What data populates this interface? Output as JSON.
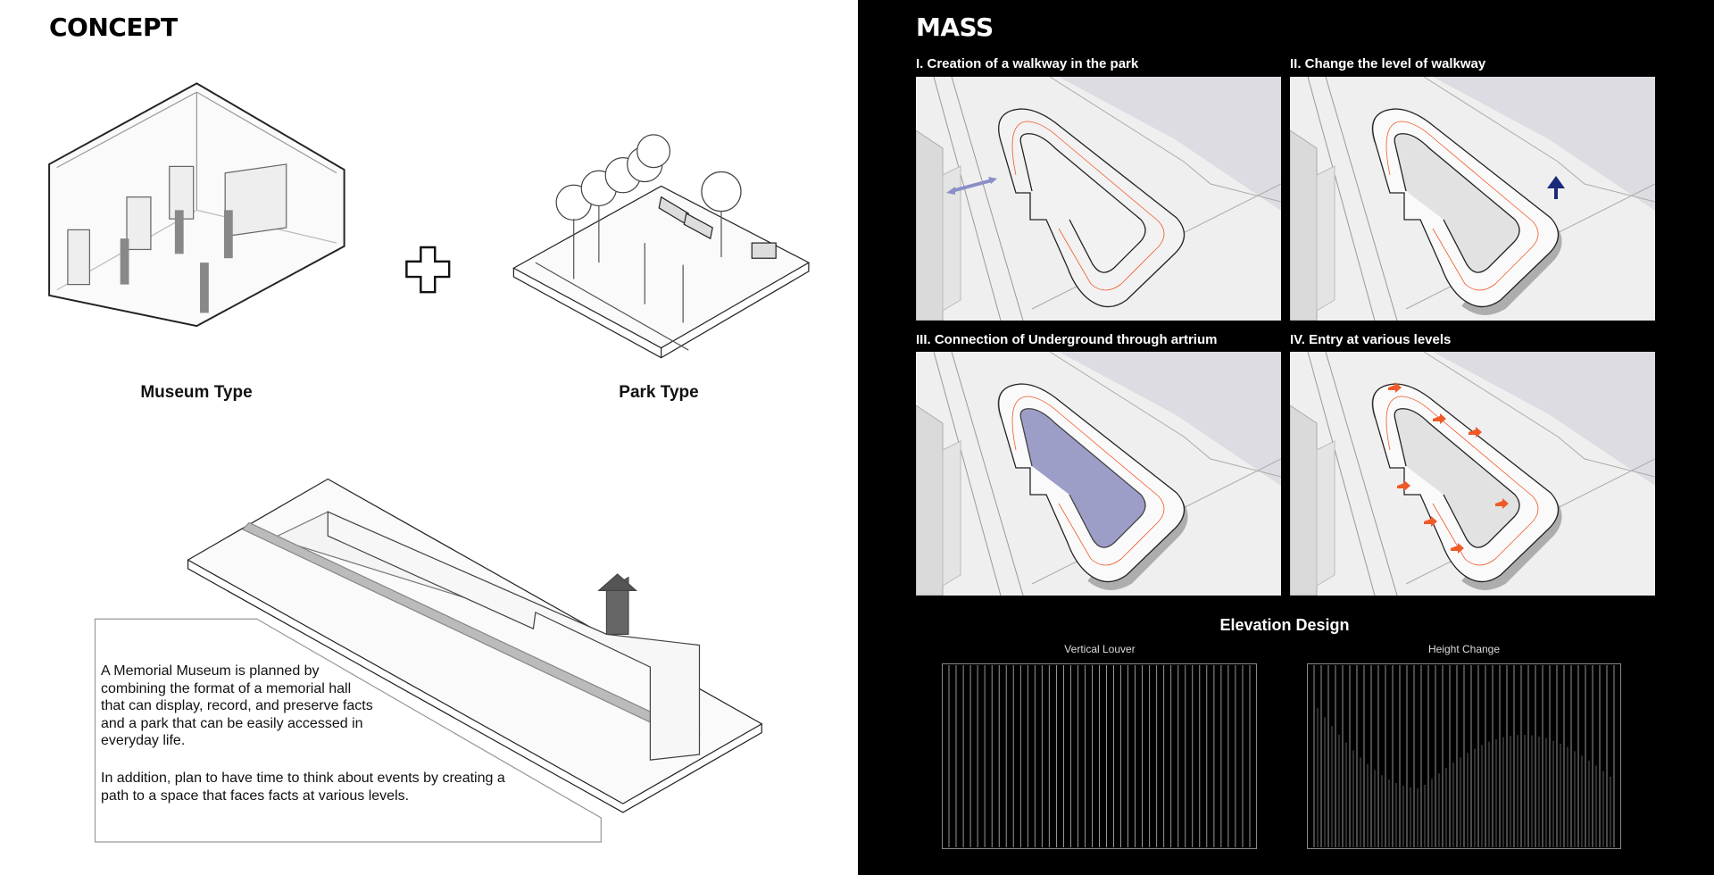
{
  "concept": {
    "title": "CONCEPT",
    "museum_label": "Museum Type",
    "park_label": "Park Type",
    "description_1": "A Memorial Museum is planned by\ncombining the format of a memorial hall\nthat can display, record, and preserve facts\nand a park that can be easily accessed in\neveryday life.",
    "description_2": "In addition, plan to have time to think about events by creating a\npath to a space that faces facts at various levels."
  },
  "mass": {
    "title": "MASS",
    "panels": [
      {
        "label": "I. Creation of a walkway in the park"
      },
      {
        "label": "II. Change the level of walkway"
      },
      {
        "label": "III. Connection of Underground through artrium"
      },
      {
        "label": "IV. Entry at various levels"
      }
    ],
    "elevation": {
      "title": "Elevation Design",
      "left_label": "Vertical Louver",
      "right_label": "Height Change"
    }
  },
  "colors": {
    "accent_orange": "#f05a28",
    "arrow_navy": "#1a2a7a",
    "arrow_lavender": "#8a8fc8",
    "atrium": "#8d8fc0"
  }
}
